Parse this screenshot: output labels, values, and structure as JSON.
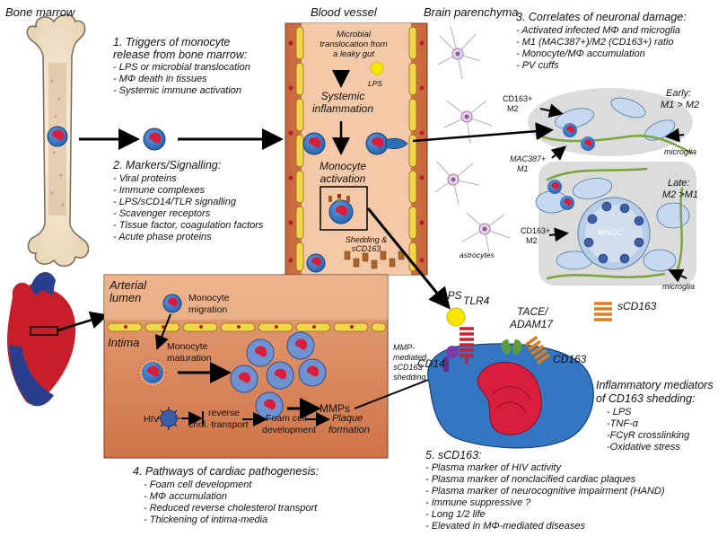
{
  "regions": {
    "bone_marrow": "Bone marrow",
    "blood_vessel": "Blood vessel",
    "brain_parenchyma": "Brain parenchyma",
    "arterial_lumen_1": "Arterial",
    "arterial_lumen_2": "lumen",
    "intima": "Intima"
  },
  "section1": {
    "heading1": "1. Triggers of monocyte",
    "heading2": "release from bone marrow:",
    "items": [
      "- LPS or microbial translocation",
      "- MΦ death in tissues",
      "- Systemic immune activation"
    ]
  },
  "section2": {
    "heading": "2. Markers/Signalling:",
    "items": [
      "- Viral proteins",
      "- Immune complexes",
      "- LPS/sCD14/TLR signalling",
      "- Scavenger receptors",
      "- Tissue factor, coagulation factors",
      "- Acute phase proteins"
    ]
  },
  "section3": {
    "heading": "3. Correlates of neuronal damage:",
    "items": [
      "- Activated infected MΦ and microglia",
      "- M1 (MAC387+)/M2 (CD163+) ratio",
      "- Monocyte/MΦ accumulation",
      "- PV cuffs"
    ]
  },
  "section4": {
    "heading": "4. Pathways of cardiac pathogenesis:",
    "items": [
      "- Foam cell development",
      "- MΦ accumulation",
      "- Reduced reverse cholesterol transport",
      "- Thickening of intima-media"
    ]
  },
  "section5": {
    "heading": "5. sCD163:",
    "items": [
      "- Plasma marker of HIV activity",
      "- Plasma marker of nonclacified cardiac plaques",
      "- Plasma marker of neurocognitive impairment (HAND)",
      "- Immune suppressive ?",
      "- Long 1/2 life",
      "- Elevated in MΦ-mediated diseases"
    ]
  },
  "vessel": {
    "microbial_1": "Microbial",
    "microbial_2": "translocation from",
    "microbial_3": "a leaky gut",
    "lps": "LPS",
    "systemic_1": "Systemic",
    "systemic_2": "inflammation",
    "monocyte_1": "Monocyte",
    "monocyte_2": "activation",
    "shedding_1": "Shedding &",
    "shedding_2": "sCD163"
  },
  "brain": {
    "astrocytes": "astrocytes",
    "cd163_top_1": "CD163+",
    "cd163_top_2": "M2",
    "early_1": "Early:",
    "early_2": "M1 > M2",
    "microglia_top": "microglia",
    "mac387_1": "MAC387+",
    "mac387_2": "M1",
    "late_1": "Late:",
    "late_2": "M2 >M1",
    "cd163_bot_1": "CD163+",
    "cd163_bot_2": "M2",
    "mngc": "MNGC",
    "microglia_bot": "microglia"
  },
  "artery": {
    "mono_mig_1": "Monocyte",
    "mono_mig_2": "migration",
    "mono_mat_1": "Monocyte",
    "mono_mat_2": "maturation",
    "mmps": "MMPs",
    "hiv": "HIV",
    "reverse_1": "reverse",
    "reverse_2": "chol. transport",
    "foam_1": "Foam cell",
    "foam_2": "development",
    "plaque_1": "Plaque",
    "plaque_2": "formation",
    "mmp_shed_1": "MMP-",
    "mmp_shed_2": "mediated",
    "mmp_shed_3": "sCD163",
    "mmp_shed_4": "shedding"
  },
  "receptors": {
    "lps": "LPS",
    "tlr4": "TLR4",
    "tace_1": "TACE/",
    "tace_2": "ADAM17",
    "scd163": "sCD163",
    "cd14": "CD14",
    "cd163": "CD163"
  },
  "mediators": {
    "heading1": "Inflammatory mediators",
    "heading2": "of CD163 shedding:",
    "items": [
      "- LPS",
      "-TNF-α",
      "-FCγR crosslinking",
      "-Oxidative stress"
    ]
  },
  "colors": {
    "vessel_wall": "#d07a4f",
    "vessel_lumen": "#f3c9a7",
    "endothelium": "#f2d64a",
    "cell_blue": "#2e6db5",
    "nucleus_red": "#d81e3c",
    "brain_bg": "#dcdcdc",
    "microglia_green": "#7aa53a",
    "lps_yellow": "#f6e600",
    "tlr4_red": "#c8202e",
    "cd163_orange": "#e07c1a"
  }
}
